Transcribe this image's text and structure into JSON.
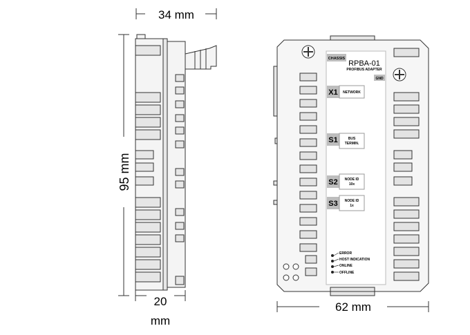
{
  "dimensions": {
    "width_top": "34 mm",
    "height_left": "95 mm",
    "depth_bottom_line1": "20",
    "depth_bottom_line2": "mm",
    "width_bottom": "62 mm"
  },
  "front_panel": {
    "chassis_label": "CHASSIS",
    "model": "RPBA-01",
    "subtitle": "PROFIBUS ADAPTER",
    "gnd_label": "GND",
    "x1": {
      "id": "X1",
      "text": "NETWORK"
    },
    "s1": {
      "id": "S1",
      "text_line1": "BUS",
      "text_line2": "TERMIN."
    },
    "s2": {
      "id": "S2",
      "text_line1": "NODE ID",
      "text_line2": "10x"
    },
    "s3": {
      "id": "S3",
      "text_line1": "NODE ID",
      "text_line2": "1x"
    },
    "leds": [
      "ERROR",
      "HOST INDICATION",
      "ONLINE",
      "OFFLINE"
    ]
  },
  "colors": {
    "line": "#333333",
    "fill_light": "#f2f2f2",
    "slot_fill": "#e3e3e3",
    "label_box": "#bdbdbd"
  }
}
